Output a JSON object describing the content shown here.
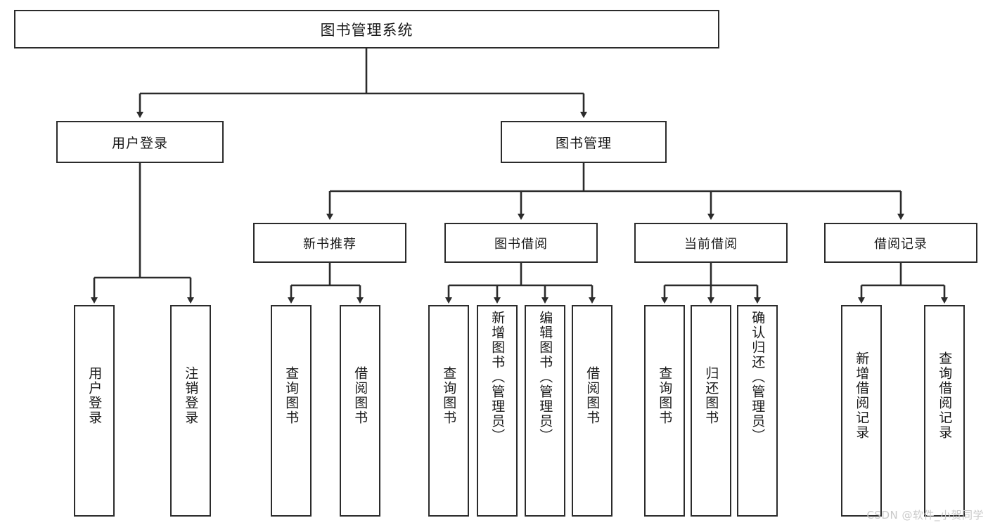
{
  "diagram": {
    "type": "tree-hierarchy",
    "title": "图书管理系统",
    "watermark": "CSDN @软件_小贺同学",
    "colors": {
      "box_border": "#2b2b2b",
      "box_fill": "#ffffff",
      "line": "#2b2b2b",
      "text": "#1a1a1a",
      "watermark": "#c9c9c9"
    },
    "nodes": {
      "root": {
        "label": "图书管理系统",
        "level": 1
      },
      "l2": [
        {
          "id": "user-login",
          "label": "用户登录",
          "level": 2
        },
        {
          "id": "book-manage",
          "label": "图书管理",
          "level": 2
        }
      ],
      "l3": [
        {
          "id": "new-book-rec",
          "label": "新书推荐",
          "level": 3
        },
        {
          "id": "book-borrow",
          "label": "图书借阅",
          "level": 3
        },
        {
          "id": "current-borrow",
          "label": "当前借阅",
          "level": 3
        },
        {
          "id": "borrow-record",
          "label": "借阅记录",
          "level": 3
        }
      ],
      "leaves": [
        {
          "id": "leaf-user-login",
          "label": "用户登录",
          "parent": "user-login",
          "align": "mid"
        },
        {
          "id": "leaf-logout",
          "label": "注销登录",
          "parent": "user-login",
          "align": "mid"
        },
        {
          "id": "leaf-query-book-1",
          "label": "查询图书",
          "parent": "new-book-rec",
          "align": "mid"
        },
        {
          "id": "leaf-borrow-book-1",
          "label": "借阅图书",
          "parent": "new-book-rec",
          "align": "mid"
        },
        {
          "id": "leaf-query-book-2",
          "label": "查询图书",
          "parent": "book-borrow",
          "align": "mid"
        },
        {
          "id": "leaf-add-book",
          "label": "新增图书（管理员）",
          "parent": "book-borrow",
          "align": "top"
        },
        {
          "id": "leaf-edit-book",
          "label": "编辑图书（管理员）",
          "parent": "book-borrow",
          "align": "top"
        },
        {
          "id": "leaf-borrow-book-2",
          "label": "借阅图书",
          "parent": "book-borrow",
          "align": "mid"
        },
        {
          "id": "leaf-query-book-3",
          "label": "查询图书",
          "parent": "current-borrow",
          "align": "mid"
        },
        {
          "id": "leaf-return-book",
          "label": "归还图书",
          "parent": "current-borrow",
          "align": "mid"
        },
        {
          "id": "leaf-confirm-return",
          "label": "确认归还（管理员）",
          "parent": "current-borrow",
          "align": "top"
        },
        {
          "id": "leaf-add-record",
          "label": "新增借阅记录",
          "parent": "borrow-record",
          "align": "mid"
        },
        {
          "id": "leaf-query-record",
          "label": "查询借阅记录",
          "parent": "borrow-record",
          "align": "mid"
        }
      ]
    }
  }
}
